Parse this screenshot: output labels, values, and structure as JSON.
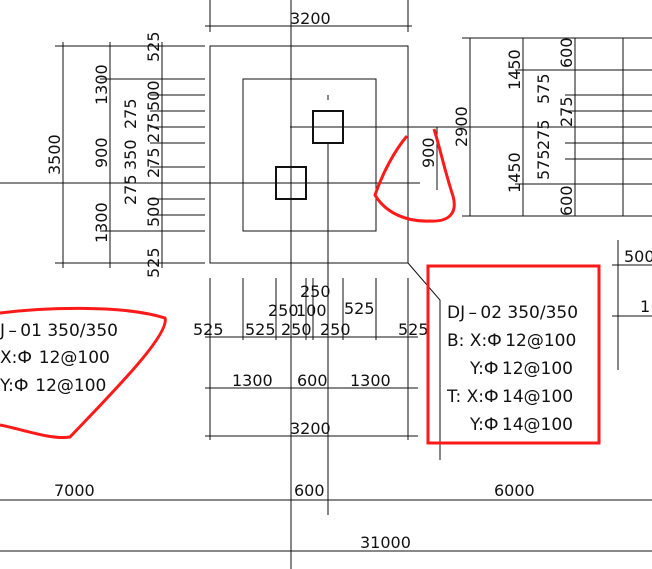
{
  "dimensions": {
    "top_width": "3200",
    "left_total": "3500",
    "left_1300_top": "1300",
    "left_900": "900",
    "left_1300_bottom": "1300",
    "left_525_top": "525",
    "left_500_top": "500",
    "left_275_a": "275",
    "left_275_b": "275",
    "left_350": "350",
    "left_275_c": "275",
    "left_275_d": "275",
    "left_500_bottom": "500",
    "left_525_bottom": "525",
    "right_900": "900",
    "bottom_250_top": "250",
    "bottom_250_a": "250",
    "bottom_100": "100",
    "bottom_525_a": "525",
    "bottom_525_left": "525",
    "bottom_525_b": "525",
    "bottom_250_b": "250",
    "bottom_250_c": "250",
    "bottom_525_right": "525",
    "bottom_1300_left": "1300",
    "bottom_600": "600",
    "bottom_1300_right": "1300",
    "bottom_width": "3200",
    "span_left": "7000",
    "span_mid": "600",
    "span_right": "6000",
    "total_span": "31000",
    "r2900": "2900",
    "r1450_top": "1450",
    "r1450_bottom": "1450",
    "r275_a": "275",
    "r275_b": "275",
    "r575_a": "575",
    "r575_b": "575",
    "r600_top": "600",
    "r600_bottom": "600",
    "far_right_500": "500",
    "far_right_1": "1"
  },
  "notes": {
    "left": {
      "title": "J – 01 350/350",
      "x_line": "X:Ф  12@100",
      "y_line": "Y:Ф  12@100"
    },
    "main": {
      "title": "DJ – 02 350/350",
      "b_x": "B: X:Ф 12@100",
      "b_y": "Y:Ф 12@100",
      "t_x": "T: X:Ф 14@100",
      "t_y": "Y:Ф 14@100"
    }
  },
  "colors": {
    "line": "#111111",
    "markup": "#ff1a1a",
    "background": "#ffffff"
  }
}
